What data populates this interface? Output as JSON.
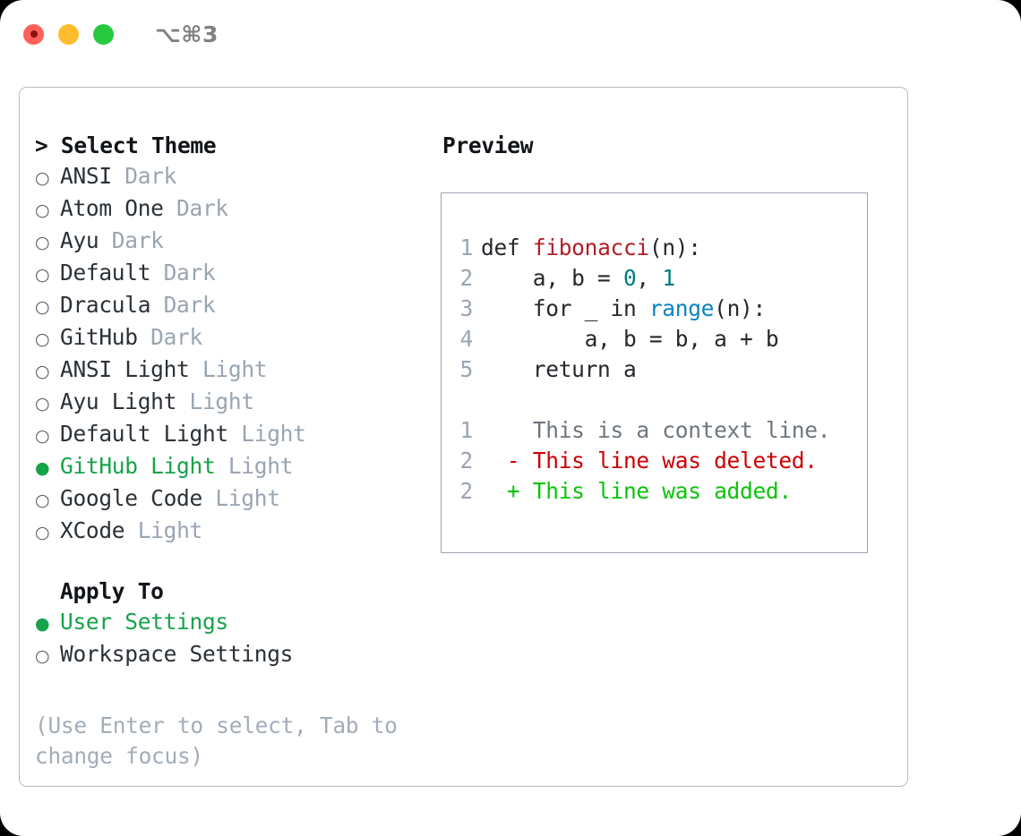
{
  "titlebar": {
    "shortcut": "⌥⌘3",
    "lights": [
      "close",
      "minimize",
      "zoom"
    ]
  },
  "themes": {
    "heading": "> Select Theme",
    "items": [
      {
        "bullet": "○",
        "label": "ANSI",
        "variant": " Dark",
        "selected": false
      },
      {
        "bullet": "○",
        "label": "Atom One",
        "variant": " Dark",
        "selected": false
      },
      {
        "bullet": "○",
        "label": "Ayu",
        "variant": " Dark",
        "selected": false
      },
      {
        "bullet": "○",
        "label": "Default",
        "variant": " Dark",
        "selected": false
      },
      {
        "bullet": "○",
        "label": "Dracula",
        "variant": " Dark",
        "selected": false
      },
      {
        "bullet": "○",
        "label": "GitHub",
        "variant": " Dark",
        "selected": false
      },
      {
        "bullet": "○",
        "label": "ANSI Light",
        "variant": " Light",
        "selected": false
      },
      {
        "bullet": "○",
        "label": "Ayu Light",
        "variant": " Light",
        "selected": false
      },
      {
        "bullet": "○",
        "label": "Default Light",
        "variant": " Light",
        "selected": false
      },
      {
        "bullet": "●",
        "label": "GitHub Light",
        "variant": " Light",
        "selected": true
      },
      {
        "bullet": "○",
        "label": "Google Code",
        "variant": " Light",
        "selected": false
      },
      {
        "bullet": "○",
        "label": "XCode",
        "variant": " Light",
        "selected": false
      }
    ]
  },
  "apply_to": {
    "heading": "Apply To",
    "items": [
      {
        "bullet": "●",
        "label": "User Settings",
        "variant": "",
        "selected": true
      },
      {
        "bullet": "○",
        "label": "Workspace Settings",
        "variant": "",
        "selected": false
      }
    ]
  },
  "hint": "(Use Enter to select, Tab to change focus)",
  "preview": {
    "heading": "Preview",
    "code": [
      {
        "no": "1",
        "parts": [
          {
            "t": "def ",
            "c": "plain"
          },
          {
            "t": "fibonacci",
            "c": "fn"
          },
          {
            "t": "(n):",
            "c": "plain"
          }
        ]
      },
      {
        "no": "2",
        "parts": [
          {
            "t": "    a, b = ",
            "c": "plain"
          },
          {
            "t": "0",
            "c": "num"
          },
          {
            "t": ", ",
            "c": "plain"
          },
          {
            "t": "1",
            "c": "num"
          }
        ]
      },
      {
        "no": "3",
        "parts": [
          {
            "t": "    for _ in ",
            "c": "plain"
          },
          {
            "t": "range",
            "c": "builtin"
          },
          {
            "t": "(n):",
            "c": "plain"
          }
        ]
      },
      {
        "no": "4",
        "parts": [
          {
            "t": "        a, b = b, a + b",
            "c": "plain"
          }
        ]
      },
      {
        "no": "5",
        "parts": [
          {
            "t": "    return a",
            "c": "plain"
          }
        ]
      }
    ],
    "diff": [
      {
        "no": "1",
        "marker": "  ",
        "text": "This is a context line.",
        "kind": "context"
      },
      {
        "no": "2",
        "marker": "- ",
        "text": "This line was deleted.",
        "kind": "del"
      },
      {
        "no": "2",
        "marker": "+ ",
        "text": "This line was added.",
        "kind": "add"
      }
    ]
  },
  "colors": {
    "selected_green": "#16a34a",
    "diff_added": "#0bc40b",
    "diff_deleted": "#cc0000",
    "function_red": "#b31d28",
    "number_teal": "#007d7d",
    "builtin_blue": "#0a84c0",
    "muted_gray": "#9aa5b1"
  }
}
